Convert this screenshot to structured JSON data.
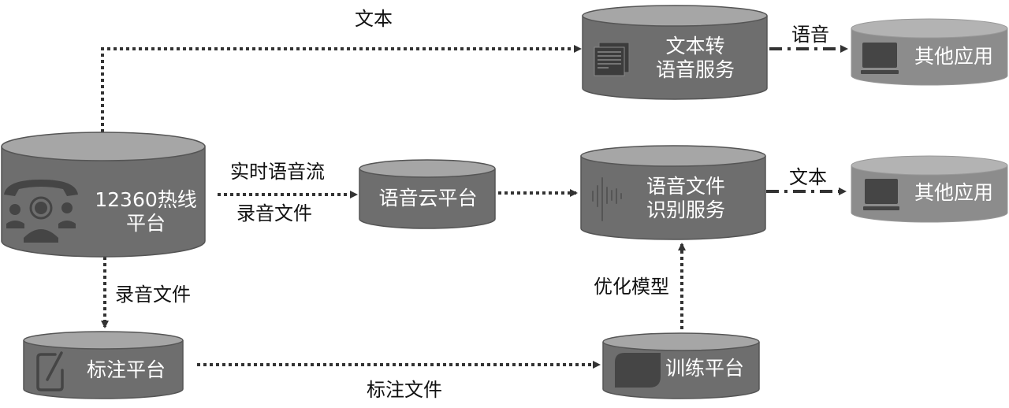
{
  "diagram": {
    "title": "12360 voice system architecture",
    "colors": {
      "cylinder_body": "#6e6e6e",
      "cylinder_top": "#a6a6a6",
      "cylinder_light_body": "#8c8c8c",
      "cylinder_light_top": "#b3b3b3",
      "outline": "#444444",
      "icon": "#454545",
      "arrow": "#333333",
      "node_text": "#ffffff",
      "edge_text": "#111111"
    },
    "nodes": {
      "hotline": {
        "line1": "12360热线",
        "line2": "平台",
        "icon": "call-center-icon"
      },
      "voice_cloud": {
        "label": "语音云平台"
      },
      "tts": {
        "line1": "文本转",
        "line2": "语音服务",
        "icon": "document-icon"
      },
      "asr": {
        "line1": "语音文件",
        "line2": "识别服务",
        "icon": "sound-wave-icon"
      },
      "other_app_1": {
        "label": "其他应用",
        "icon": "laptop-icon"
      },
      "other_app_2": {
        "label": "其他应用",
        "icon": "laptop-icon"
      },
      "annotation": {
        "label": "标注平台",
        "icon": "edit-icon"
      },
      "training": {
        "label": "训练平台",
        "icon": "leaf-shape-icon"
      }
    },
    "edges": {
      "hotline_to_tts": "文本",
      "tts_to_app": "语音",
      "hotline_to_cloud_top": "实时语音流",
      "hotline_to_cloud_bottom": "录音文件",
      "asr_to_app": "文本",
      "hotline_to_annotation": "录音文件",
      "annotation_to_training": "标注文件",
      "training_to_asr": "优化模型"
    }
  }
}
